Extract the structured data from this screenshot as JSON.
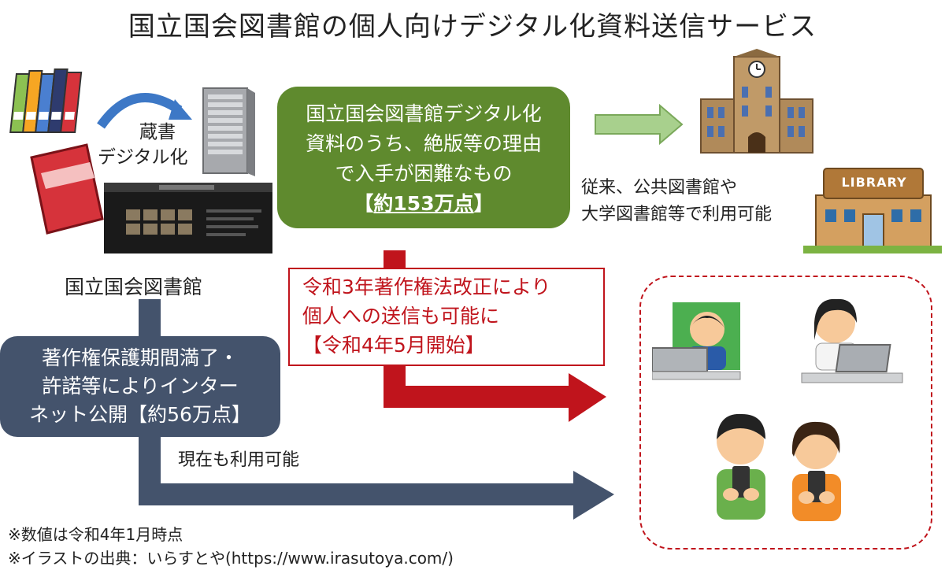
{
  "title": "国立国会図書館の個人向けデジタル化資料送信サービス",
  "green_box": {
    "line1": "国立国会図書館デジタル化",
    "line2": "資料のうち、絶版等の理由",
    "line3": "で入手が困難なもの",
    "line4_open": "【",
    "line4_value": "約153万点",
    "line4_close": "】"
  },
  "digitize_label": {
    "line1": "蔵書",
    "line2": "デジタル化"
  },
  "ndl_label": "国立国会図書館",
  "libraries_label": {
    "line1": "従来、公共図書館や",
    "line2": "大学図書館等で利用可能"
  },
  "library_sign": "LIBRARY",
  "red_box": {
    "line1": "令和3年著作権法改正により",
    "line2": "個人への送信も可能に",
    "line3": "【令和4年5月開始】"
  },
  "navy_box": {
    "line1": "著作権保護期間満了・",
    "line2": "許諾等によりインター",
    "line3": "ネット公開【約56万点】"
  },
  "current_label": "現在も利用可能",
  "notes": [
    "※数値は令和4年1月時点",
    "※イラストの出典：いらすとや(https://www.irasutoya.com/)"
  ],
  "colors": {
    "green": "#5f8a2e",
    "red": "#c0141c",
    "navy": "#44536c",
    "light_green_arrow": "#a8d08d",
    "blue_arrow": "#3d78c6"
  }
}
